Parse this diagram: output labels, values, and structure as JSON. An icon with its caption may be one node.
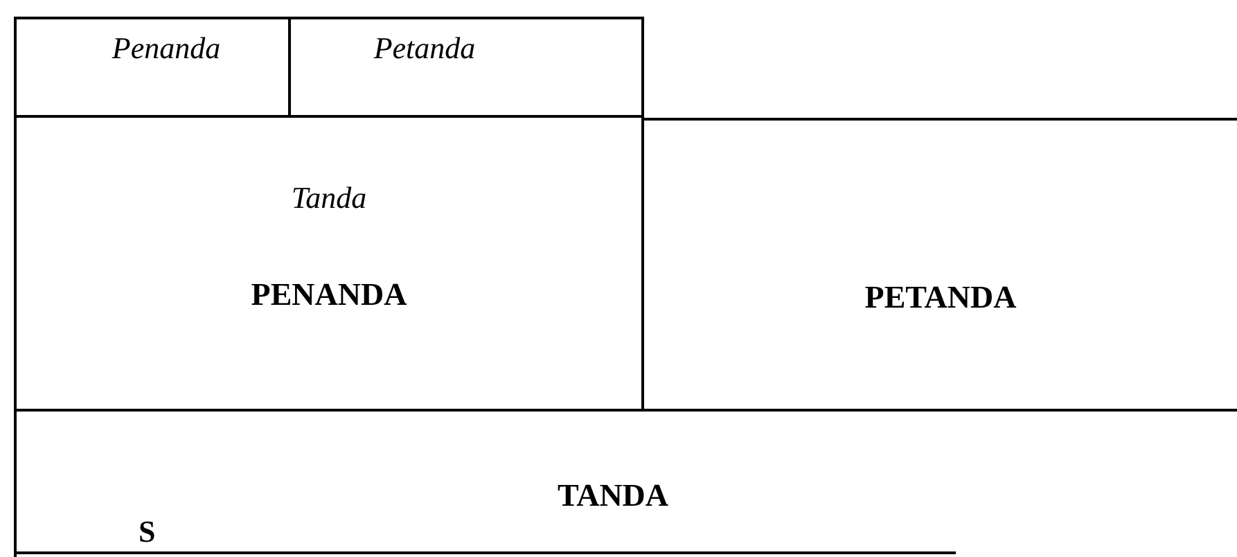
{
  "diagram": {
    "nodes": [
      {
        "text": [
          "Penanda"
        ]
      },
      {
        "text": [
          "Petanda"
        ]
      },
      {
        "text": [
          "Tanda",
          "PENANDA"
        ]
      },
      {
        "text": [
          "PETANDA"
        ]
      },
      {
        "text": [
          "TANDA"
        ]
      }
    ],
    "labels": [
      "S"
    ]
  }
}
